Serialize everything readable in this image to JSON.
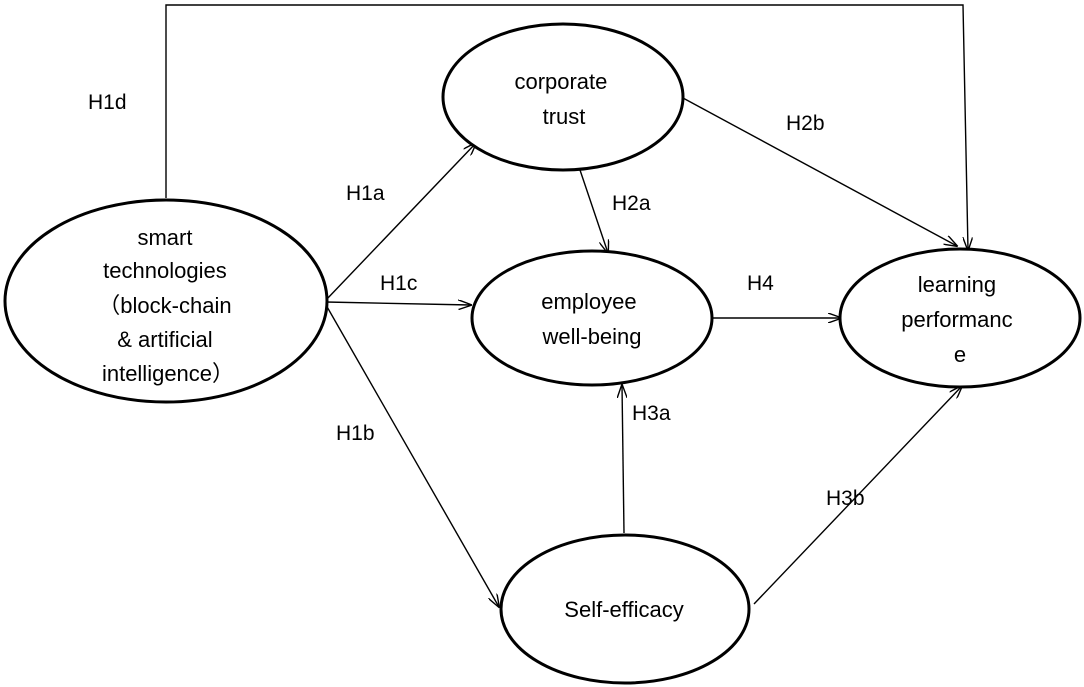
{
  "diagram": {
    "type": "path-model",
    "colors": {
      "stroke": "#000000",
      "fill": "#ffffff",
      "text": "#000000"
    },
    "nodes": [
      {
        "id": "smart",
        "lines": [
          "smart",
          "technologies",
          "（block-chain",
          "& artificial",
          "intelligence）"
        ]
      },
      {
        "id": "trust",
        "lines": [
          "corporate",
          "trust"
        ]
      },
      {
        "id": "wellbeing",
        "lines": [
          "employee",
          "well-being"
        ]
      },
      {
        "id": "learning",
        "lines": [
          "learning",
          "performanc",
          "e"
        ]
      },
      {
        "id": "efficacy",
        "lines": [
          "Self-efficacy"
        ]
      }
    ],
    "edges": [
      {
        "id": "H1a",
        "from": "smart",
        "to": "trust",
        "label": "H1a"
      },
      {
        "id": "H1b",
        "from": "smart",
        "to": "efficacy",
        "label": "H1b"
      },
      {
        "id": "H1c",
        "from": "smart",
        "to": "wellbeing",
        "label": "H1c"
      },
      {
        "id": "H1d",
        "from": "smart",
        "to": "learning",
        "label": "H1d"
      },
      {
        "id": "H2a",
        "from": "trust",
        "to": "wellbeing",
        "label": "H2a"
      },
      {
        "id": "H2b",
        "from": "trust",
        "to": "learning",
        "label": "H2b"
      },
      {
        "id": "H3a",
        "from": "efficacy",
        "to": "wellbeing",
        "label": "H3a"
      },
      {
        "id": "H3b",
        "from": "efficacy",
        "to": "learning",
        "label": "H3b"
      },
      {
        "id": "H4",
        "from": "wellbeing",
        "to": "learning",
        "label": "H4"
      }
    ]
  }
}
